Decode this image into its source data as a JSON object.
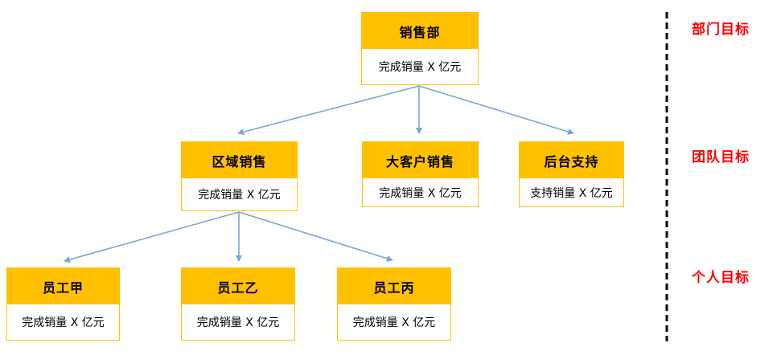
{
  "diagram": {
    "nodes": [
      {
        "id": "sales-dept",
        "title": "销售部",
        "body": "完成销量 X 亿元"
      },
      {
        "id": "regional-sales",
        "title": "区域销售",
        "body": "完成销量 X 亿元"
      },
      {
        "id": "key-account-sales",
        "title": "大客户销售",
        "body": "完成销量 X 亿元"
      },
      {
        "id": "backoffice-support",
        "title": "后台支持",
        "body": "支持销量 X 亿元"
      },
      {
        "id": "employee-a",
        "title": "员工甲",
        "body": "完成销量 X 亿元"
      },
      {
        "id": "employee-b",
        "title": "员工乙",
        "body": "完成销量 X 亿元"
      },
      {
        "id": "employee-c",
        "title": "员工丙",
        "body": "完成销量 X 亿元"
      }
    ],
    "level_labels": [
      {
        "id": "department",
        "text": "部门目标"
      },
      {
        "id": "team",
        "text": "团队目标"
      },
      {
        "id": "personal",
        "text": "个人目标"
      }
    ],
    "colors": {
      "node_header": "#FFC000",
      "node_border": "#FFC000",
      "arrow": "#74A7DC",
      "label_text": "#FF0000",
      "divider": "#000000"
    }
  }
}
